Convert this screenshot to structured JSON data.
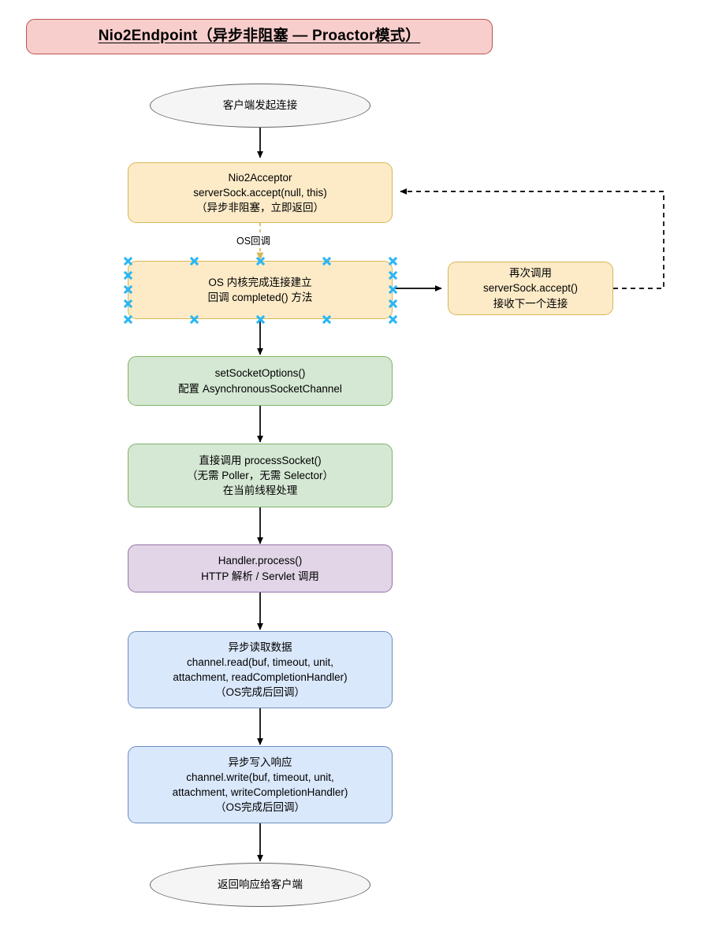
{
  "diagram": {
    "title": "Nio2Endpoint（异步非阻塞 — Proactor模式）",
    "title_style": {
      "fill": "#f8cecc",
      "stroke": "#b85450"
    },
    "palette": {
      "yellow_fill": "#fdebc8",
      "yellow_stroke": "#d6b656",
      "green_fill": "#d5e8d4",
      "green_stroke": "#82b366",
      "purple_fill": "#e1d5e7",
      "purple_stroke": "#9673a6",
      "blue_fill": "#dae8fc",
      "blue_stroke": "#6c8ebf",
      "grey_fill": "#f5f5f5",
      "grey_stroke": "#666666",
      "selection_handle": "#29b6f6",
      "arrow": "#000000",
      "callback_arrow": "#d6b656"
    },
    "nodes": [
      {
        "id": "client-connect",
        "shape": "ellipse",
        "text": "客户端发起连接"
      },
      {
        "id": "nio2-acceptor",
        "shape": "rounded",
        "text": "Nio2Acceptor\nserverSock.accept(null, this)\n（异步非阻塞，立即返回）"
      },
      {
        "id": "os-kernel-callback",
        "shape": "rounded",
        "text": "OS 内核完成连接建立\n回调 completed() 方法",
        "selected": true
      },
      {
        "id": "accept-again",
        "shape": "rounded",
        "text": "再次调用\nserverSock.accept()\n接收下一个连接"
      },
      {
        "id": "set-socket-options",
        "shape": "rounded",
        "text": "setSocketOptions()\n配置 AsynchronousSocketChannel"
      },
      {
        "id": "process-socket",
        "shape": "rounded",
        "text": "直接调用 processSocket()\n（无需 Poller，无需 Selector）\n在当前线程处理"
      },
      {
        "id": "handler-process",
        "shape": "rounded",
        "text": "Handler.process()\nHTTP 解析 / Servlet 调用"
      },
      {
        "id": "async-read",
        "shape": "rounded",
        "text": "异步读取数据\nchannel.read(buf, timeout, unit,\nattachment, readCompletionHandler)\n（OS完成后回调）"
      },
      {
        "id": "async-write",
        "shape": "rounded",
        "text": "异步写入响应\nchannel.write(buf, timeout, unit,\nattachment, writeCompletionHandler)\n（OS完成后回调）"
      },
      {
        "id": "return-response",
        "shape": "ellipse",
        "text": "返回响应给客户端"
      }
    ],
    "edges": [
      {
        "id": "e-client-acceptor",
        "from": "client-connect",
        "to": "nio2-acceptor",
        "style": "solid",
        "label": ""
      },
      {
        "id": "e-acceptor-os",
        "from": "nio2-acceptor",
        "to": "os-kernel-callback",
        "style": "dashed",
        "label": "OS回调"
      },
      {
        "id": "e-os-acceptagain",
        "from": "os-kernel-callback",
        "to": "accept-again",
        "style": "solid",
        "label": ""
      },
      {
        "id": "e-acceptagain-loop",
        "from": "accept-again",
        "to": "nio2-acceptor",
        "style": "dashed",
        "label": ""
      },
      {
        "id": "e-os-setoptions",
        "from": "os-kernel-callback",
        "to": "set-socket-options",
        "style": "solid",
        "label": ""
      },
      {
        "id": "e-setoptions-process",
        "from": "set-socket-options",
        "to": "process-socket",
        "style": "solid",
        "label": ""
      },
      {
        "id": "e-process-handler",
        "from": "process-socket",
        "to": "handler-process",
        "style": "solid",
        "label": ""
      },
      {
        "id": "e-handler-read",
        "from": "handler-process",
        "to": "async-read",
        "style": "solid",
        "label": ""
      },
      {
        "id": "e-read-write",
        "from": "async-read",
        "to": "async-write",
        "style": "solid",
        "label": ""
      },
      {
        "id": "e-write-return",
        "from": "async-write",
        "to": "return-response",
        "style": "solid",
        "label": ""
      }
    ]
  }
}
